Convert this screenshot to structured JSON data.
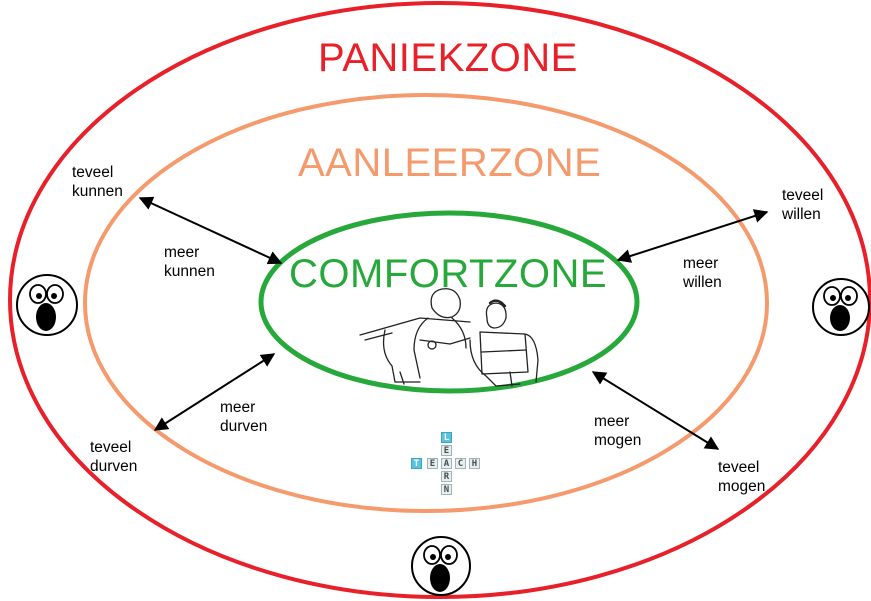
{
  "colors": {
    "panic": "#e8202a",
    "learning": "#f59a6c",
    "comfort": "#27a83a",
    "arrow": "#000000"
  },
  "zones": {
    "panic": "PANIEKZONE",
    "learning": "AANLEERZONE",
    "comfort": "COMFORTZONE"
  },
  "arrows": {
    "top_left": {
      "inner": [
        "meer",
        "kunnen"
      ],
      "outer": [
        "teveel",
        "kunnen"
      ]
    },
    "top_right": {
      "inner": [
        "meer",
        "willen"
      ],
      "outer": [
        "teveel",
        "willen"
      ]
    },
    "bottom_left": {
      "inner": [
        "meer",
        "durven"
      ],
      "outer": [
        "teveel",
        "durven"
      ]
    },
    "bottom_right": {
      "inner": [
        "meer",
        "mogen"
      ],
      "outer": [
        "teveel",
        "mogen"
      ]
    }
  },
  "tiles": {
    "vertical": [
      "L",
      "E",
      "A",
      "R",
      "N"
    ],
    "horizontal": [
      "T",
      "E",
      "A",
      "C",
      "H"
    ]
  },
  "icons": {
    "faces": "screaming-face-icon",
    "sketch": "people-reading-sketch-icon"
  }
}
